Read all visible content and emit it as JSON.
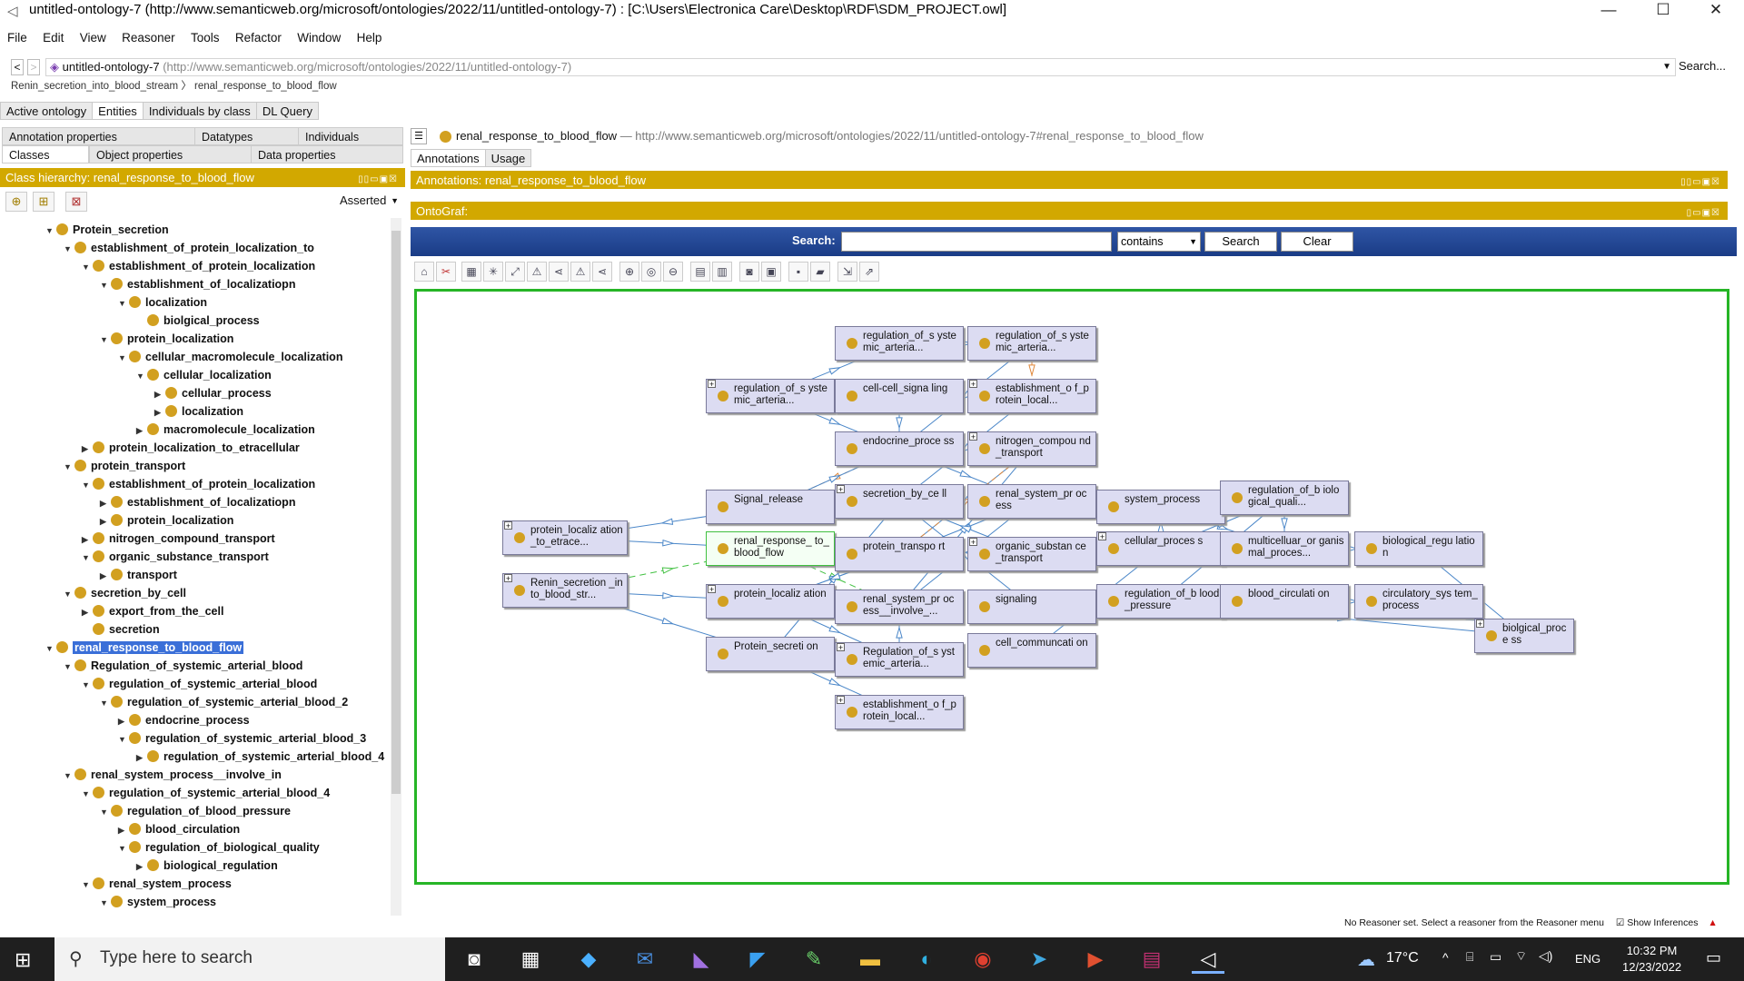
{
  "window": {
    "title": "untitled-ontology-7 (http://www.semanticweb.org/microsoft/ontologies/2022/11/untitled-ontology-7)  : [C:\\Users\\Electronica Care\\Desktop\\RDF\\SDM_PROJECT.owl]",
    "minimize": "—",
    "maximize": "☐",
    "close": "✕"
  },
  "menu": [
    "File",
    "Edit",
    "View",
    "Reasoner",
    "Tools",
    "Refactor",
    "Window",
    "Help"
  ],
  "address": {
    "back": "<",
    "forward": ">",
    "ontology_name": "untitled-ontology-7",
    "ontology_iri": "(http://www.semanticweb.org/microsoft/ontologies/2022/11/untitled-ontology-7)",
    "search_button": "Search..."
  },
  "breadcrumb": [
    "Renin_secretion_into_blood_stream",
    "renal_response_to_blood_flow"
  ],
  "main_tabs": [
    "Active ontology",
    "Entities",
    "Individuals by class",
    "DL Query"
  ],
  "entity_tabs": {
    "row1": [
      "Annotation properties",
      "Datatypes",
      "Individuals"
    ],
    "row2": [
      "Classes",
      "Object properties",
      "Data properties"
    ]
  },
  "class_hierarchy": {
    "title": "Class hierarchy: renal_response_to_blood_flow",
    "mode": "Asserted",
    "items": [
      {
        "label": "Protein_secretion",
        "level": 2,
        "toggle": "▼"
      },
      {
        "label": "establishment_of_protein_localization_to",
        "level": 3,
        "toggle": "▼"
      },
      {
        "label": "establishment_of_protein_localization",
        "level": 4,
        "toggle": "▼"
      },
      {
        "label": "establishment_of_localizatiopn",
        "level": 5,
        "toggle": "▼"
      },
      {
        "label": "localization",
        "level": 6,
        "toggle": "▼"
      },
      {
        "label": "biolgical_process",
        "level": 7,
        "toggle": ""
      },
      {
        "label": "protein_localization",
        "level": 5,
        "toggle": "▼"
      },
      {
        "label": "cellular_macromolecule_localization",
        "level": 6,
        "toggle": "▼"
      },
      {
        "label": "cellular_localization",
        "level": 7,
        "toggle": "▼"
      },
      {
        "label": "cellular_process",
        "level": 8,
        "toggle": "▶"
      },
      {
        "label": "localization",
        "level": 8,
        "toggle": "▶"
      },
      {
        "label": "macromolecule_localization",
        "level": 7,
        "toggle": "▶"
      },
      {
        "label": "protein_localization_to_etracellular",
        "level": 4,
        "toggle": "▶"
      },
      {
        "label": "protein_transport",
        "level": 3,
        "toggle": "▼"
      },
      {
        "label": "establishment_of_protein_localization",
        "level": 4,
        "toggle": "▼"
      },
      {
        "label": "establishment_of_localizatiopn",
        "level": 5,
        "toggle": "▶"
      },
      {
        "label": "protein_localization",
        "level": 5,
        "toggle": "▶"
      },
      {
        "label": "nitrogen_compound_transport",
        "level": 4,
        "toggle": "▶"
      },
      {
        "label": "organic_substance_transport",
        "level": 4,
        "toggle": "▼"
      },
      {
        "label": "transport",
        "level": 5,
        "toggle": "▶"
      },
      {
        "label": "secretion_by_cell",
        "level": 3,
        "toggle": "▼"
      },
      {
        "label": "export_from_the_cell",
        "level": 4,
        "toggle": "▶"
      },
      {
        "label": "secretion",
        "level": 4,
        "toggle": ""
      },
      {
        "label": "renal_response_to_blood_flow",
        "level": 2,
        "toggle": "▼",
        "selected": true
      },
      {
        "label": "Regulation_of_systemic_arterial_blood",
        "level": 3,
        "toggle": "▼"
      },
      {
        "label": "regulation_of_systemic_arterial_blood",
        "level": 4,
        "toggle": "▼"
      },
      {
        "label": "regulation_of_systemic_arterial_blood_2",
        "level": 5,
        "toggle": "▼"
      },
      {
        "label": "endocrine_process",
        "level": 6,
        "toggle": "▶"
      },
      {
        "label": "regulation_of_systemic_arterial_blood_3",
        "level": 6,
        "toggle": "▼"
      },
      {
        "label": "regulation_of_systemic_arterial_blood_4",
        "level": 7,
        "toggle": "▶"
      },
      {
        "label": "renal_system_process__involve_in",
        "level": 3,
        "toggle": "▼"
      },
      {
        "label": "regulation_of_systemic_arterial_blood_4",
        "level": 4,
        "toggle": "▼"
      },
      {
        "label": "regulation_of_blood_pressure",
        "level": 5,
        "toggle": "▼"
      },
      {
        "label": "blood_circulation",
        "level": 6,
        "toggle": "▶"
      },
      {
        "label": "regulation_of_biological_quality",
        "level": 6,
        "toggle": "▼"
      },
      {
        "label": "biological_regulation",
        "level": 7,
        "toggle": "▶"
      },
      {
        "label": "renal_system_process",
        "level": 4,
        "toggle": "▼"
      },
      {
        "label": "system_process",
        "level": 5,
        "toggle": "▼"
      }
    ]
  },
  "entity_header": {
    "name": "renal_response_to_blood_flow",
    "iri": " — http://www.semanticweb.org/microsoft/ontologies/2022/11/untitled-ontology-7#renal_response_to_blood_flow"
  },
  "detail_tabs": [
    "Annotations",
    "Usage"
  ],
  "annotations_title": "Annotations: renal_response_to_blood_flow",
  "ontograf": {
    "title": "OntoGraf:",
    "search_label": "Search:",
    "search_value": "",
    "match_mode": "contains",
    "search_button": "Search",
    "clear_button": "Clear",
    "nodes": [
      {
        "id": "n1",
        "label": "regulation_of_s ystemic_arteria...",
        "plus": false
      },
      {
        "id": "n2",
        "label": "regulation_of_s ystemic_arteria...",
        "plus": false
      },
      {
        "id": "n3",
        "label": "regulation_of_s ystemic_arteria...",
        "plus": true
      },
      {
        "id": "n4",
        "label": "cell-cell_signa ling",
        "plus": false
      },
      {
        "id": "n5",
        "label": "establishment_o f_protein_local...",
        "plus": true
      },
      {
        "id": "n6",
        "label": "endocrine_proce ss",
        "plus": false
      },
      {
        "id": "n7",
        "label": "nitrogen_compou nd_transport",
        "plus": true
      },
      {
        "id": "n8",
        "label": "Signal_release",
        "plus": false
      },
      {
        "id": "n9",
        "label": "secretion_by_ce ll",
        "plus": true
      },
      {
        "id": "n10",
        "label": "renal_system_pr ocess",
        "plus": false
      },
      {
        "id": "n11",
        "label": "system_process",
        "plus": false
      },
      {
        "id": "n12",
        "label": "regulation_of_b iological_quali...",
        "plus": false
      },
      {
        "id": "n13",
        "label": "protein_localiz ation_to_etrace...",
        "plus": true
      },
      {
        "id": "n14",
        "label": "renal_response_ to_blood_flow",
        "plus": false,
        "highlight": true
      },
      {
        "id": "n15",
        "label": "protein_transpo rt",
        "plus": false
      },
      {
        "id": "n16",
        "label": "organic_substan ce_transport",
        "plus": true
      },
      {
        "id": "n17",
        "label": "cellular_proces s",
        "plus": true
      },
      {
        "id": "n18",
        "label": "multicelluar_or ganismal_proces...",
        "plus": false
      },
      {
        "id": "n19",
        "label": "biological_regu lation",
        "plus": false
      },
      {
        "id": "n20",
        "label": "Renin_secretion _into_blood_str...",
        "plus": true
      },
      {
        "id": "n21",
        "label": "protein_localiz ation",
        "plus": true
      },
      {
        "id": "n22",
        "label": "renal_system_pr ocess__involve_...",
        "plus": false
      },
      {
        "id": "n23",
        "label": "signaling",
        "plus": false
      },
      {
        "id": "n24",
        "label": "regulation_of_b lood_pressure",
        "plus": false
      },
      {
        "id": "n25",
        "label": "blood_circulati on",
        "plus": false
      },
      {
        "id": "n26",
        "label": "circulatory_sys tem_process",
        "plus": false
      },
      {
        "id": "n27",
        "label": "biolgical_proce ss",
        "plus": true
      },
      {
        "id": "n28",
        "label": "Protein_secreti on",
        "plus": false
      },
      {
        "id": "n29",
        "label": "cell_communcati on",
        "plus": false
      },
      {
        "id": "n30",
        "label": "Regulation_of_s ystemic_arteria...",
        "plus": true
      },
      {
        "id": "n31",
        "label": "establishment_o f_protein_local...",
        "plus": true
      }
    ]
  },
  "status": {
    "reasoner": "No Reasoner set. Select a reasoner from the Reasoner menu",
    "show_inferences": "Show Inferences"
  },
  "taskbar": {
    "search_placeholder": "Type here to search",
    "temperature": "17°C",
    "language": "ENG",
    "time": "10:32 PM",
    "date": "12/23/2022"
  },
  "colors": {
    "accent": "#d2a800",
    "selection": "#3a6fd8",
    "graph_border": "#26b526",
    "node_fill": "#dcdcf2",
    "edge": "#4a86c8"
  }
}
